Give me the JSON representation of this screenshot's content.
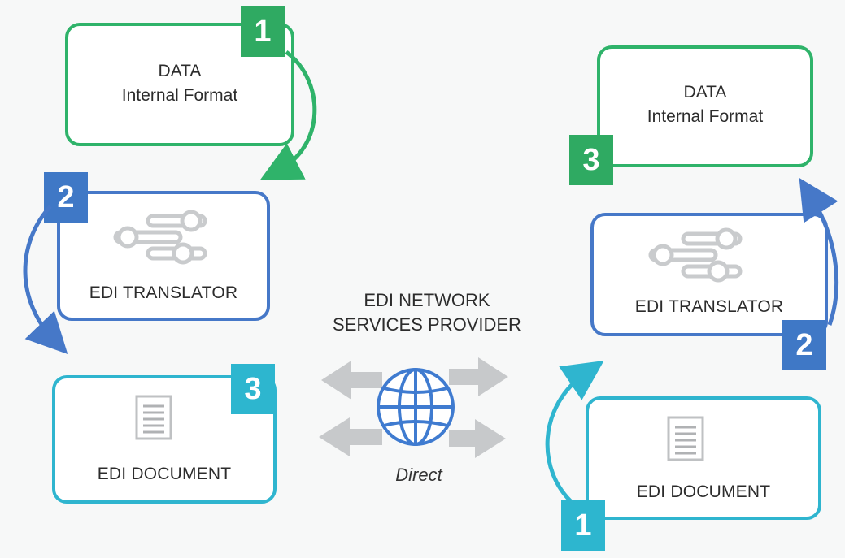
{
  "left": {
    "data_box": {
      "line1": "DATA",
      "line2": "Internal Format",
      "badge": "1"
    },
    "translator_box": {
      "label": "EDI TRANSLATOR",
      "badge": "2"
    },
    "document_box": {
      "label": "EDI DOCUMENT",
      "badge": "3"
    }
  },
  "right": {
    "data_box": {
      "line1": "DATA",
      "line2": "Internal Format",
      "badge": "3"
    },
    "translator_box": {
      "label": "EDI TRANSLATOR",
      "badge": "2"
    },
    "document_box": {
      "label": "EDI DOCUMENT",
      "badge": "1"
    }
  },
  "center": {
    "title_line1": "EDI NETWORK",
    "title_line2": "SERVICES PROVIDER",
    "caption": "Direct"
  },
  "colors": {
    "green": "#2fb36a",
    "blue": "#4678c8",
    "cyan": "#2fb5cf",
    "gray_arrow": "#c7c9cb",
    "globe": "#3f7bd0"
  },
  "icons": {
    "translator": "sliders-icon",
    "document": "document-icon",
    "network": "globe-icon"
  }
}
